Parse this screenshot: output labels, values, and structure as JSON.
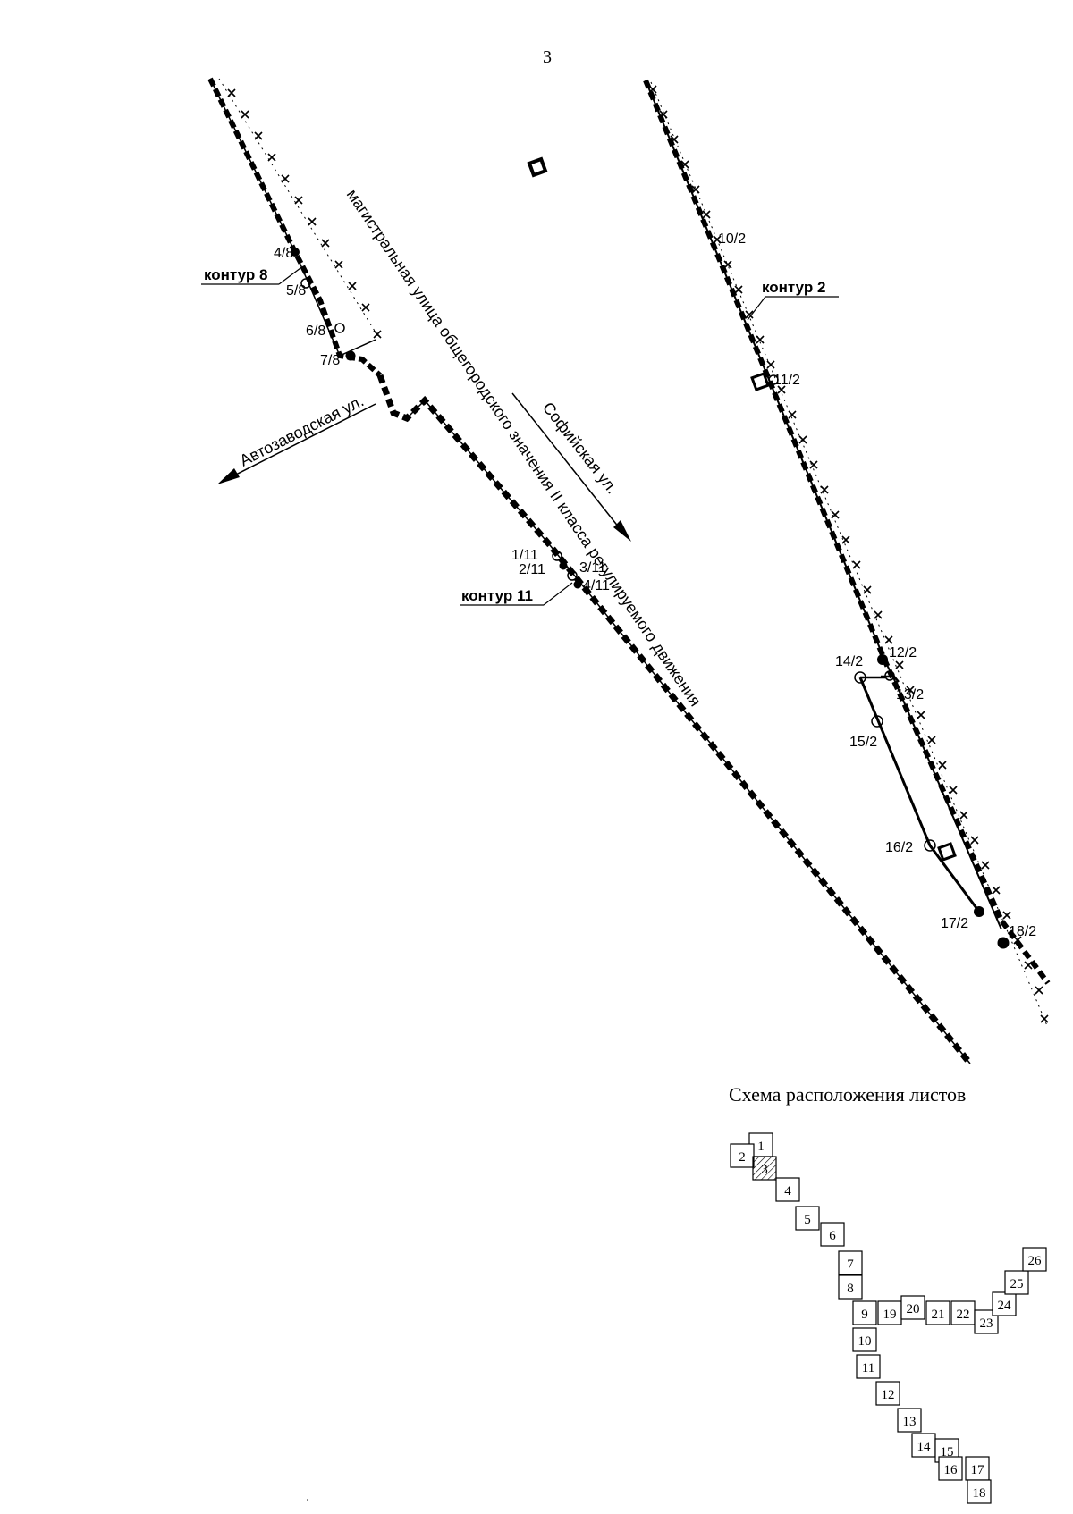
{
  "page": {
    "number": "3"
  },
  "contours": {
    "c8": "контур 8",
    "c2": "контур 2",
    "c11": "контур 11"
  },
  "streets": {
    "avtozavodskaya": "Автозаводская ул.",
    "sofiyskaya": "Софийская ул.",
    "magistral": "магистральная улица общегородского значения II класса регулируемого движения"
  },
  "points": {
    "p4_8": "4/8",
    "p5_8": "5/8",
    "p6_8": "6/8",
    "p7_8": "7/8",
    "p10_2": "10/2",
    "p11_2": "11/2",
    "p12_2": "12/2",
    "p13_2": "13/2",
    "p14_2": "14/2",
    "p15_2": "15/2",
    "p16_2": "16/2",
    "p17_2": "17/2",
    "p18_2": "18/2",
    "p1_11": "1/11",
    "p2_11": "2/11",
    "p3_11": "3/11",
    "p4_11": "4/11"
  },
  "scheme": {
    "title": "Схема расположения листов",
    "current_sheet": "3",
    "tiles": [
      "1",
      "2",
      "3",
      "4",
      "5",
      "6",
      "7",
      "8",
      "9",
      "10",
      "11",
      "12",
      "13",
      "14",
      "15",
      "16",
      "17",
      "18",
      "19",
      "20",
      "21",
      "22",
      "23",
      "24",
      "25",
      "26"
    ]
  }
}
